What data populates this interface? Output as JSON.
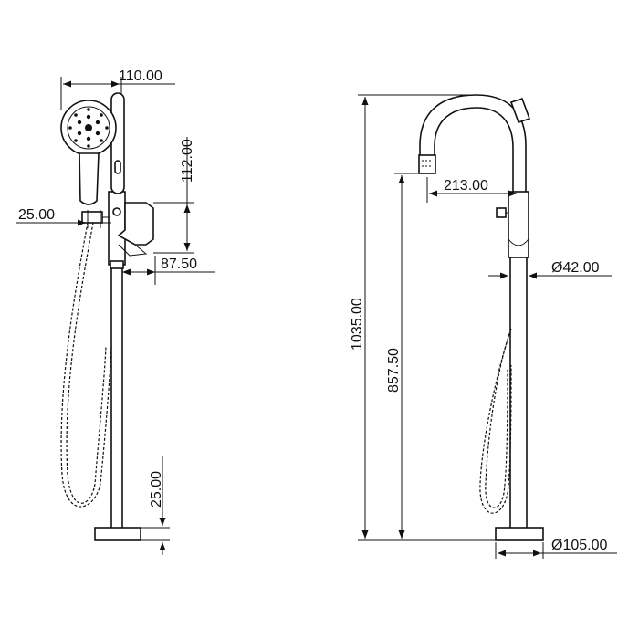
{
  "dimensions": {
    "left_handshower_width": "110.00",
    "left_mixer_height": "112.00",
    "left_holder_offset": "25.00",
    "left_spout_projection": "87.50",
    "left_base_height": "25.00",
    "right_total_height": "1035.00",
    "right_outlet_height": "857.50",
    "right_spout_reach": "213.00",
    "right_pipe_diameter": "Ø42.00",
    "right_base_diameter": "Ø105.00"
  },
  "colors": {
    "line": "#111111",
    "background": "#ffffff"
  }
}
